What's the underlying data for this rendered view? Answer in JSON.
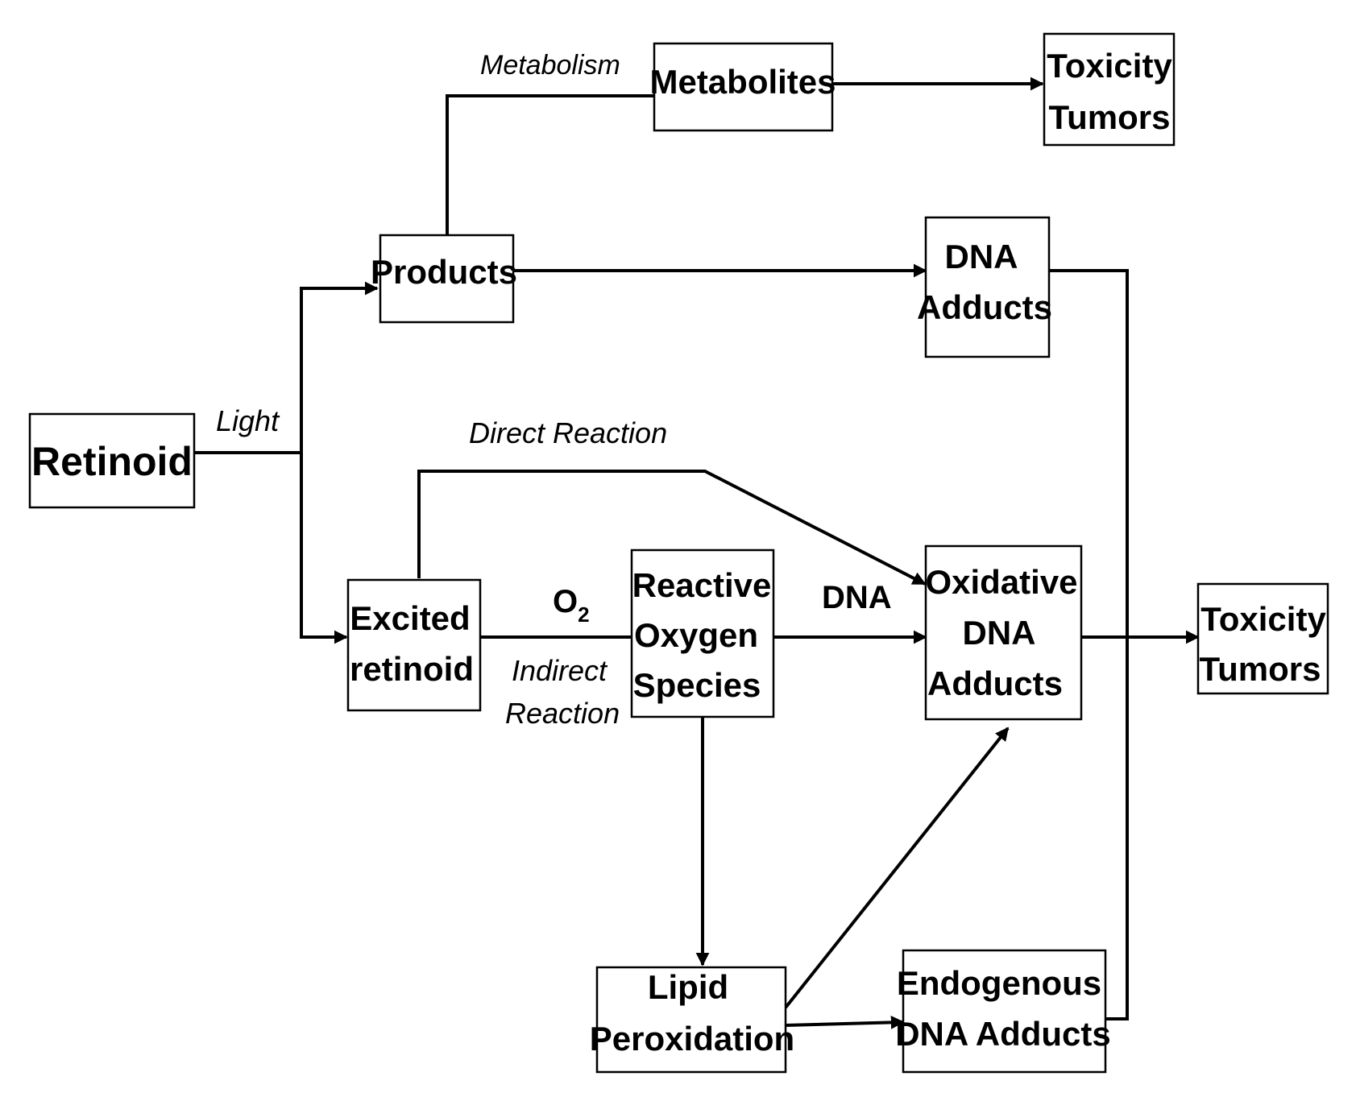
{
  "nodes": {
    "retinoid": "Retinoid",
    "products": "Products",
    "metabolites": "Metabolites",
    "toxicity_top": [
      "Toxicity",
      "Tumors"
    ],
    "dna_adducts": [
      "DNA",
      "Adducts"
    ],
    "excited_retinoid": [
      "Excited",
      "retinoid"
    ],
    "ros": [
      "Reactive",
      "Oxygen",
      "Species"
    ],
    "oxidative_dna_adducts": [
      "Oxidative",
      "DNA",
      "Adducts"
    ],
    "toxicity_right": [
      "Toxicity",
      "Tumors"
    ],
    "lipid_peroxidation": [
      "Lipid",
      "Peroxidation"
    ],
    "endogenous_dna_adducts": [
      "Endogenous",
      "DNA Adducts"
    ]
  },
  "edge_labels": {
    "light": "Light",
    "metabolism": "Metabolism",
    "direct_reaction": "Direct Reaction",
    "o2_main": "O",
    "o2_sub": "2",
    "indirect_reaction": [
      "Indirect",
      "Reaction"
    ],
    "dna": "DNA"
  }
}
